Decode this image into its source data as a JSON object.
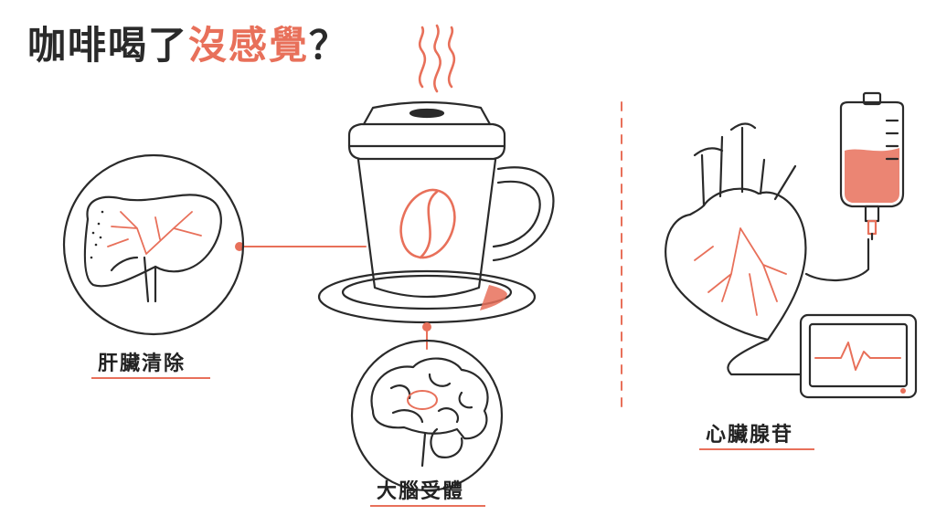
{
  "title": {
    "prefix": "咖啡喝了",
    "accent": "沒感覺",
    "suffix": "？"
  },
  "labels": {
    "liver": "肝臟清除",
    "brain": "大腦受體",
    "heart": "心臟腺苷"
  },
  "colors": {
    "accent": "#e8705a",
    "ink": "#2a2a2a",
    "fill": "#e8705a"
  },
  "icons": [
    "steam-icon",
    "coffee-cup-icon",
    "coffee-bean-icon",
    "liver-icon",
    "brain-icon",
    "heart-icon",
    "iv-bag-icon",
    "heart-monitor-icon"
  ]
}
